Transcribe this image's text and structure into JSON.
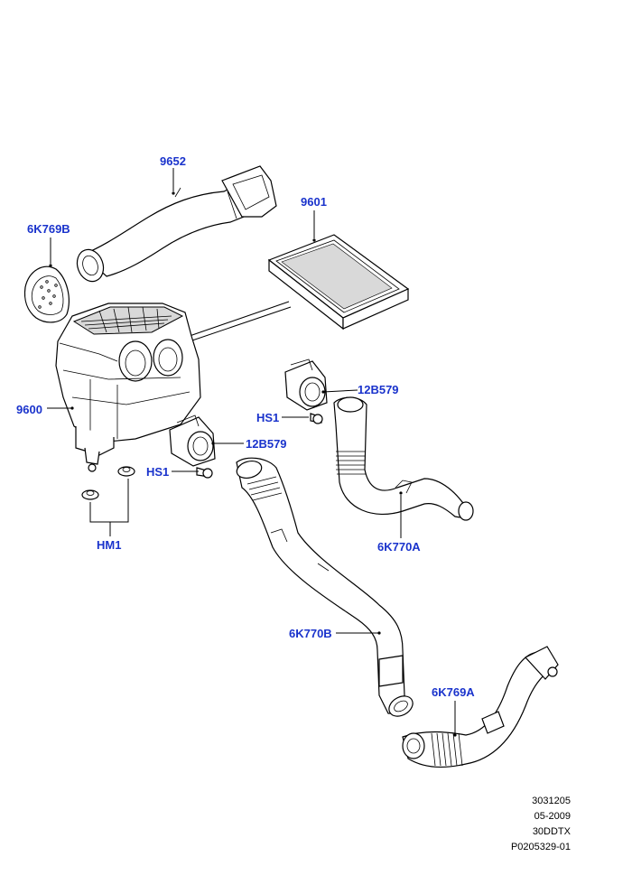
{
  "colors": {
    "callout": "#1a33cc",
    "line": "#000000"
  },
  "callouts": {
    "p9652": "9652",
    "p6K769B": "6K769B",
    "p9601": "9601",
    "p9600": "9600",
    "p12B579_upper": "12B579",
    "p12B579_lower": "12B579",
    "pHS1_upper": "HS1",
    "pHS1_lower": "HS1",
    "pHM1": "HM1",
    "p6K770A": "6K770A",
    "p6K770B": "6K770B",
    "p6K769A": "6K769A"
  },
  "footer": {
    "line1": "3031205",
    "line2": "05-2009",
    "line3": "30DDTX",
    "line4": "P0205329-01"
  }
}
